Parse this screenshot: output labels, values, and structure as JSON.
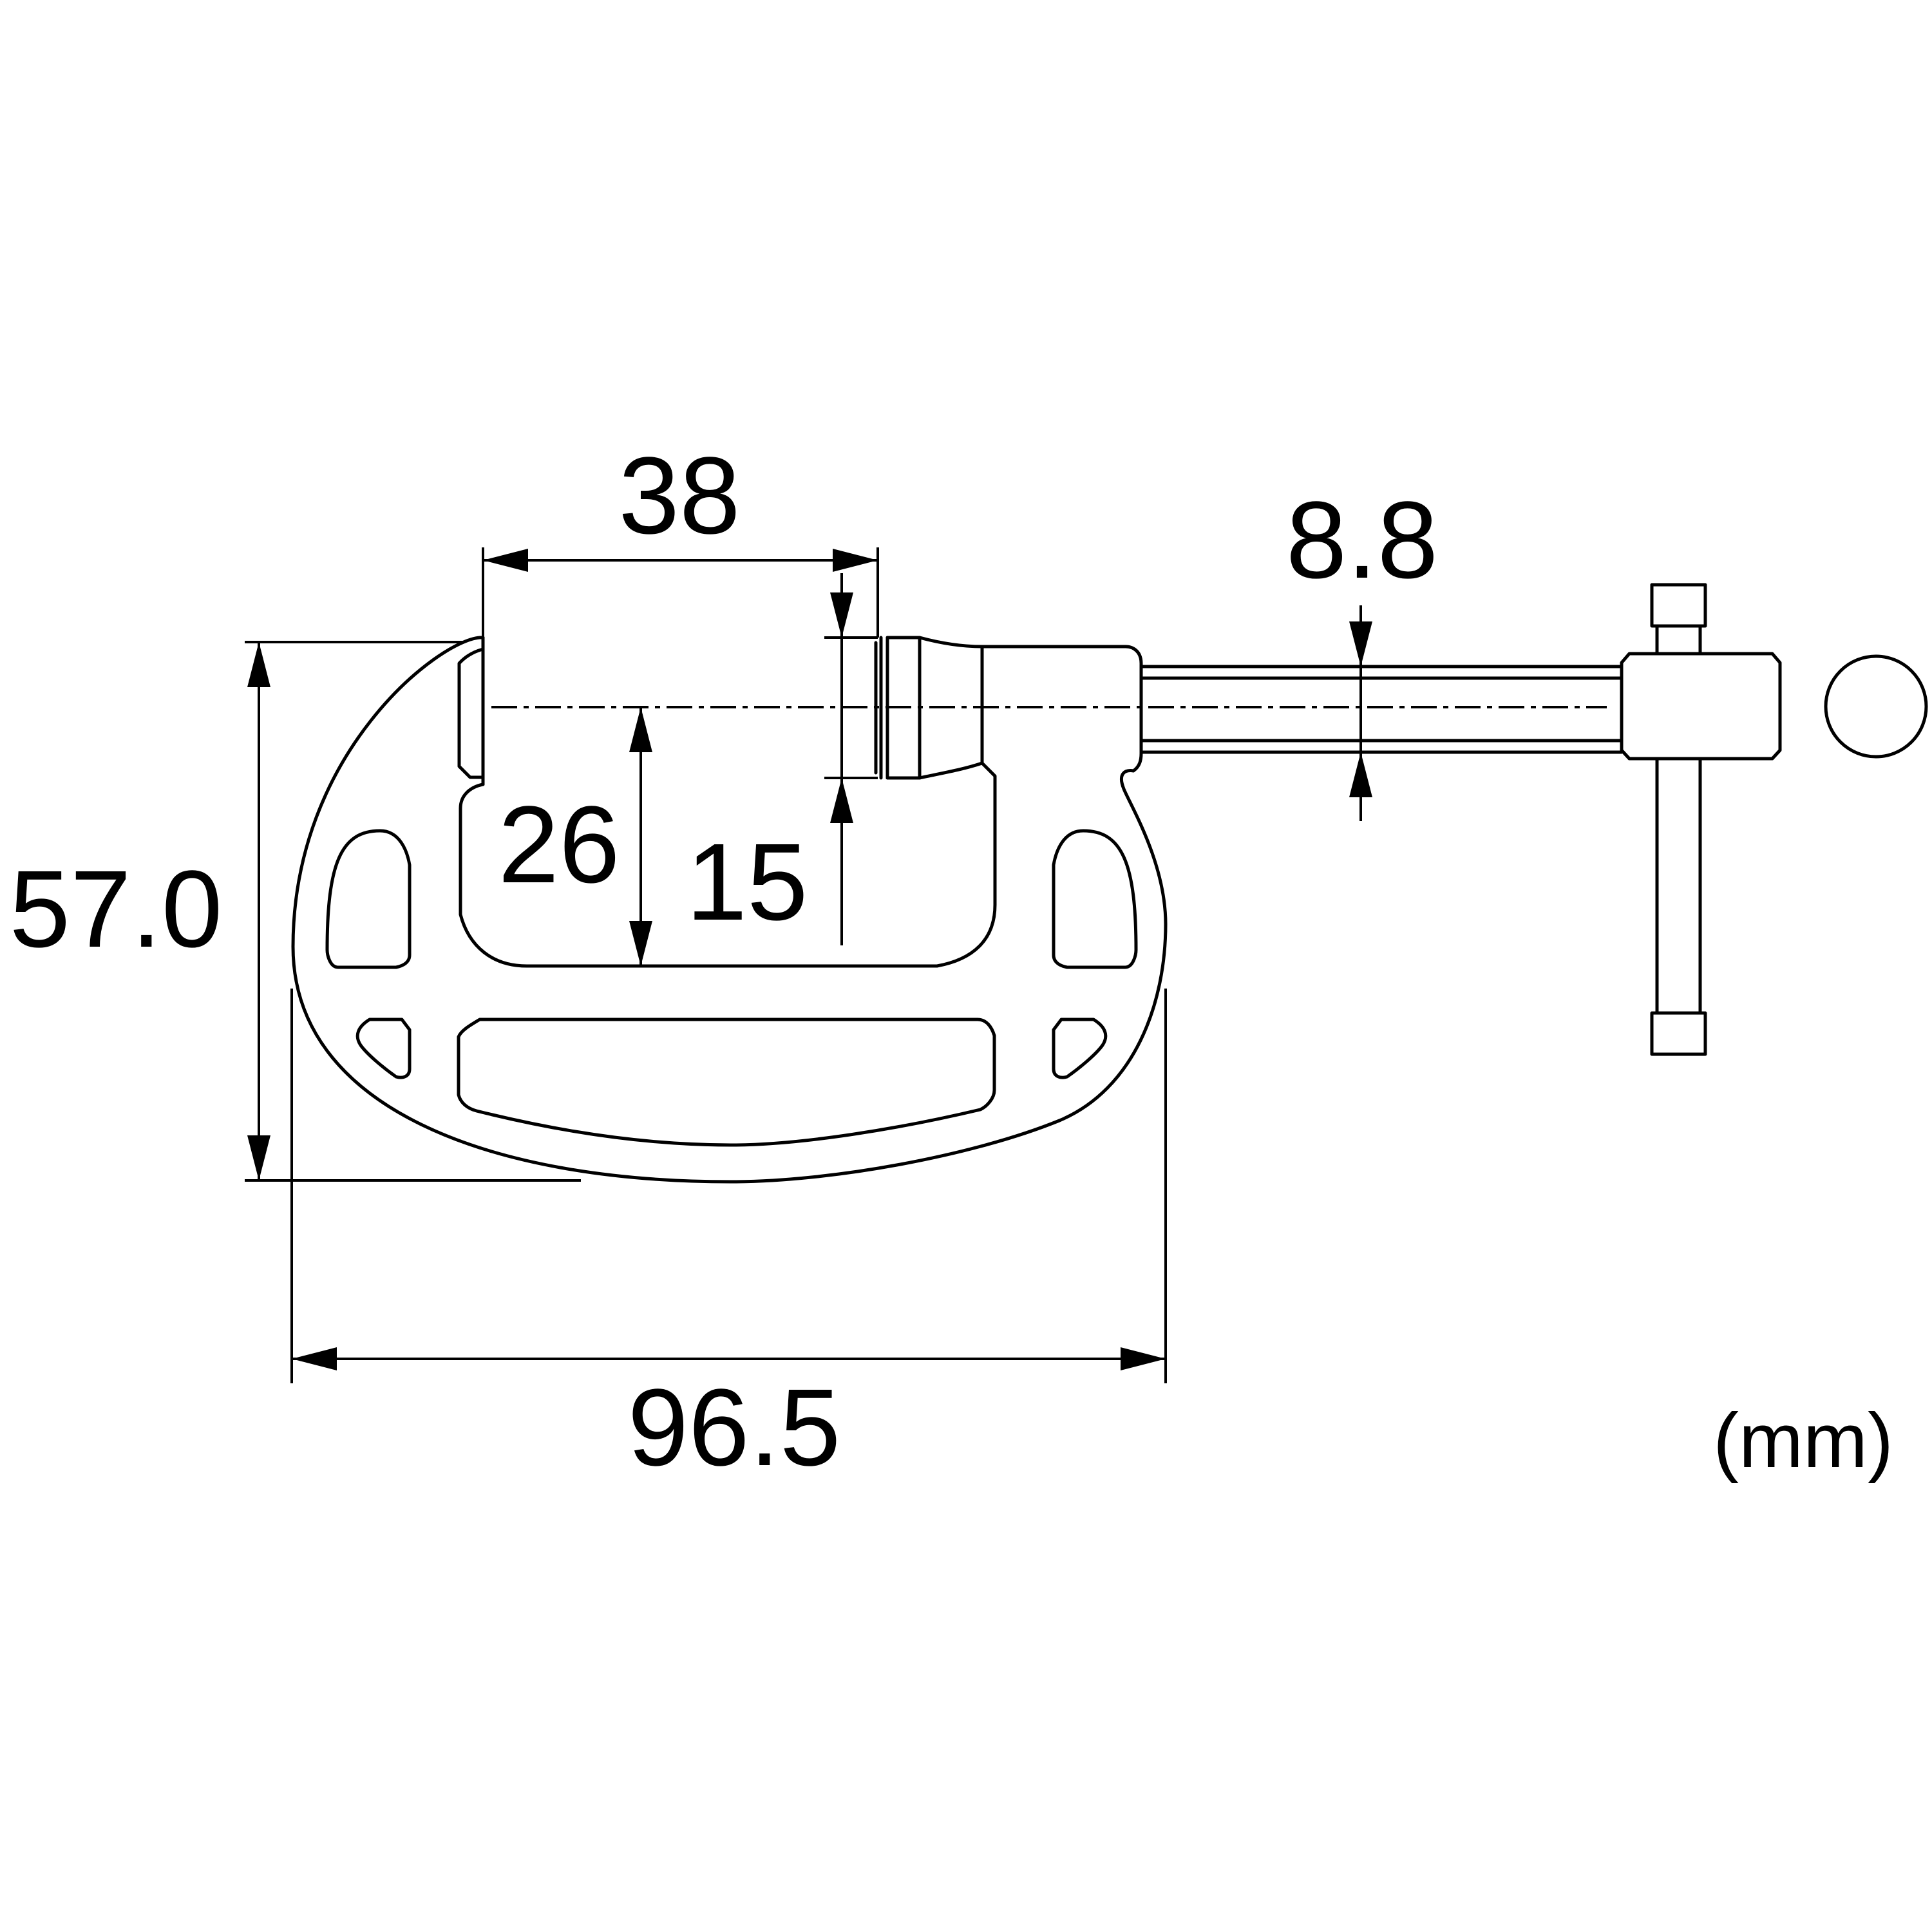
{
  "dimensions": {
    "jaw_opening_width": "38",
    "spindle_diameter": "8.8",
    "overall_height": "57.0",
    "frame_throat_depth": "26",
    "anvil_height": "15",
    "overall_frame_width": "96.5"
  },
  "unit_label": "(mm)",
  "colors": {
    "line": "#000000",
    "background": "#ffffff"
  }
}
